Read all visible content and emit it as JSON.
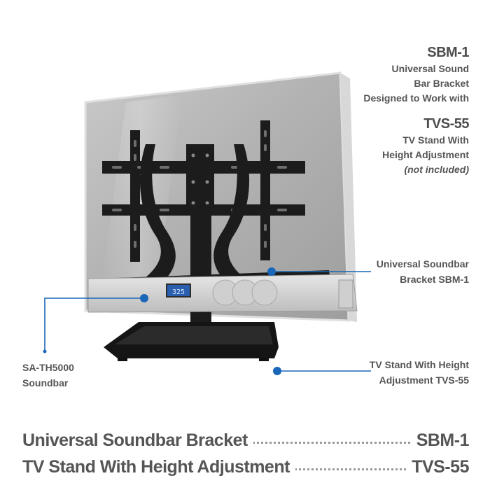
{
  "product_info": {
    "sbm_code": "SBM-1",
    "sbm_desc": [
      "Universal Sound",
      "Bar Bracket",
      "Designed to Work with"
    ],
    "tvs_code": "TVS-55",
    "tvs_desc": [
      "TV Stand With",
      "Height Adjustment"
    ],
    "tvs_note": "(not included)"
  },
  "callouts": {
    "bracket": [
      "Universal Soundbar",
      "Bracket SBM-1"
    ],
    "soundbar": [
      "SA-TH5000",
      "Soundbar"
    ],
    "stand": [
      "TV Stand With Height",
      "Adjustment TVS-55"
    ]
  },
  "soundbar_display": "325",
  "specs": [
    {
      "name": "Universal Soundbar Bracket",
      "code": "SBM-1"
    },
    {
      "name": "TV Stand With Height Adjustment",
      "code": "TVS-55"
    }
  ],
  "colors": {
    "accent": "#1a66b8",
    "text": "#555555",
    "hardware": "#1c1c1c"
  }
}
